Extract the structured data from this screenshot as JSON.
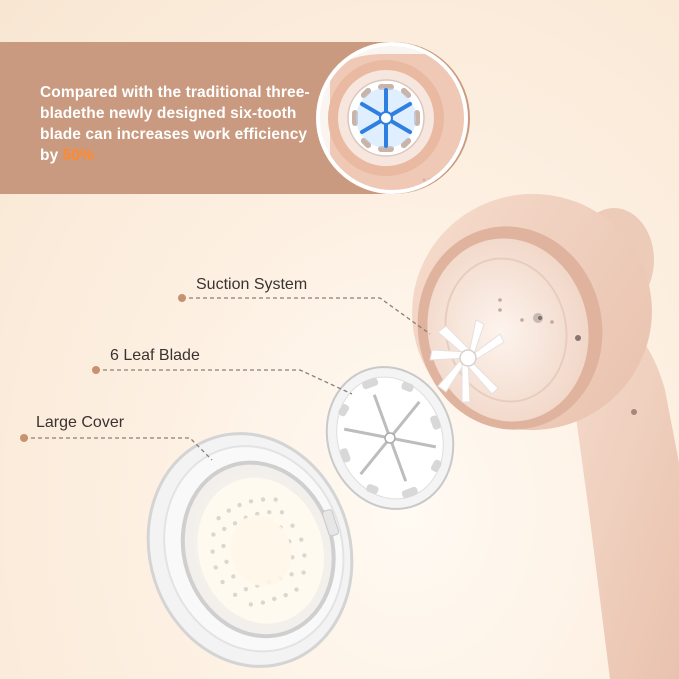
{
  "banner": {
    "text_before": "Compared with the traditional three-bladethe newly designed six-tooth blade can increases work efficiency by ",
    "highlight": "50%",
    "highlight_color": "#ff8a2e",
    "background_color": "#c99a7f"
  },
  "labels": {
    "suction": "Suction System",
    "blade": "6 Leaf Blade",
    "cover": "Large Cover"
  },
  "colors": {
    "accent": "#c8926f",
    "device_body": "#f2d3c2",
    "background": "#fdf0e2"
  },
  "icons": [
    "blade-zoom-illustration",
    "fabric-shaver-illustration",
    "blade-disc-illustration",
    "cover-illustration"
  ]
}
